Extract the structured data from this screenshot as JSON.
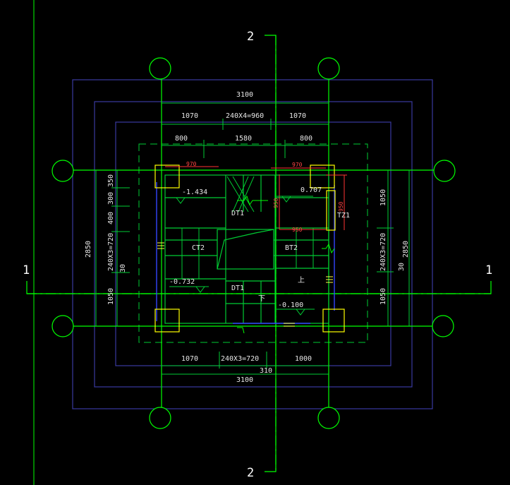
{
  "colors": {
    "background": "#000000",
    "axis": "#00ff00",
    "outline_blue": "#3a3aa0",
    "wall_green": "#00cc33",
    "column": "#ffff00",
    "dimension_red": "#ff3333",
    "text": "#e6e6e6"
  },
  "axes": {
    "axis_1_left": "1",
    "axis_1_right": "1",
    "axis_2_top": "2",
    "axis_2_bottom": "2"
  },
  "dimensions": {
    "top_overall": "3100",
    "top_left": "1070",
    "top_mid": "240X4=960",
    "top_right": "1070",
    "inner_left": "800",
    "inner_mid": "1580",
    "inner_right": "800",
    "bottom_left": "1070",
    "bottom_mid": "240X3=720",
    "bottom_right": "1000",
    "bottom_small": "310",
    "bottom_overall": "3100",
    "left_overall": "2850",
    "left_top": "350",
    "left_a": "300",
    "left_b": "400",
    "left_steps": "240X3=720",
    "left_c": "30",
    "left_bottom": "1050",
    "right_top": "1050",
    "right_steps": "240X3=720",
    "right_overall": "2850",
    "right_c": "30",
    "right_bottom": "1050",
    "red_top_left": "970",
    "red_top_right": "970",
    "red_right_v": "950",
    "red_bottom_right": "950",
    "red_mid_v": "950"
  },
  "labels": {
    "level_a": "-1.434",
    "level_b": "0.707",
    "level_c": "-0.732",
    "level_d": "-0.100",
    "beam_dt1_top": "DT1",
    "beam_dt1_bottom": "DT1",
    "stair_ct2": "CT2",
    "stair_bt2": "BT2",
    "column_tz1": "TZ1",
    "up_arrow": "上",
    "down_arrow": "下"
  }
}
